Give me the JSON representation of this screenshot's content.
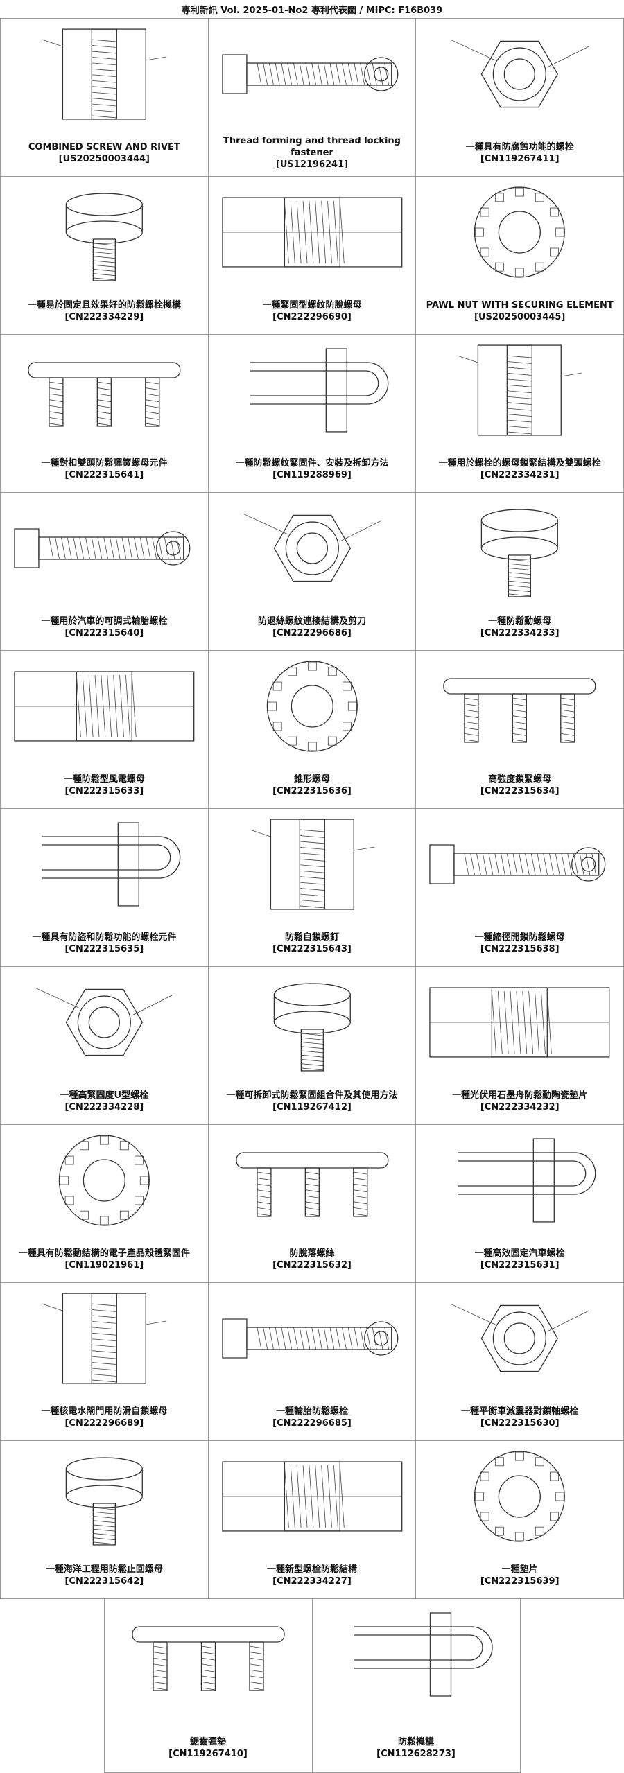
{
  "header": {
    "title": "專利新訊  Vol. 2025-01-No2  專利代表圖  /  MIPC:  F16B039"
  },
  "rows": [
    [
      {
        "title": "COMBINED SCREW AND RIVET",
        "number": "[US20250003444]",
        "icon": "screw-rivet-cross-section-drawing"
      },
      {
        "title": "Thread forming and thread locking fastener",
        "number": "[US12196241]",
        "icon": "thread-locking-fastener-drawing"
      },
      {
        "title": "一種具有防腐蝕功能的螺栓",
        "number": "[CN119267411]",
        "icon": "anticorrosion-bolt-drawing"
      }
    ],
    [
      {
        "title": "一種易於固定且效果好的防鬆螺栓機構",
        "number": "[CN222334229]",
        "icon": "bolt-assembly-exploded-drawing"
      },
      {
        "title": "一種緊固型螺紋防脫螺母",
        "number": "[CN222296690]",
        "icon": "tee-nut-drawing"
      },
      {
        "title": "PAWL NUT WITH SECURING ELEMENT",
        "number": "[US20250003445]",
        "icon": "pawl-nut-section-drawing"
      }
    ],
    [
      {
        "title": "一種對扣雙頭防鬆彈簧螺母元件",
        "number": "[CN222315641]",
        "icon": "double-nut-spring-drawing"
      },
      {
        "title": "一種防鬆螺紋緊固件、安裝及拆卸方法",
        "number": "[CN119288969]",
        "icon": "threaded-fastener-section-drawing"
      },
      {
        "title": "一種用於螺栓的螺母鎖緊結構及雙頭螺栓",
        "number": "[CN222334231]",
        "icon": "lock-plate-drawing"
      }
    ],
    [
      {
        "title": "一種用於汽車的可調式輪胎螺栓",
        "number": "[CN222315640]",
        "icon": "adjustable-tire-bolt-drawing"
      },
      {
        "title": "防退絲螺紋連接結構及剪刀",
        "number": "[CN222296686]",
        "icon": "scissor-screw-drawing"
      },
      {
        "title": "一種防鬆動螺母",
        "number": "[CN222334233]",
        "icon": "square-nut-drawing"
      }
    ],
    [
      {
        "title": "一種防鬆型風電螺母",
        "number": "[CN222315633]",
        "icon": "wind-power-nut-drawing"
      },
      {
        "title": "錐形螺母",
        "number": "[CN222315636]",
        "icon": "conical-nut-drawing"
      },
      {
        "title": "高強度鎖緊螺母",
        "number": "[CN222315634]",
        "icon": "locking-nut-section-drawing"
      }
    ],
    [
      {
        "title": "一種具有防盜和防鬆功能的螺栓元件",
        "number": "[CN222315635]",
        "icon": "antitheft-bolt-drawing"
      },
      {
        "title": "防鬆自鎖螺釘",
        "number": "[CN222315643]",
        "icon": "self-locking-screw-drawing"
      },
      {
        "title": "一種縮徑開鎖防鬆螺母",
        "number": "[CN222315638]",
        "icon": "reducing-nut-drawing"
      }
    ],
    [
      {
        "title": "一種高緊固度U型螺栓",
        "number": "[CN222334228]",
        "icon": "u-bolt-drawing"
      },
      {
        "title": "一種可拆卸式防鬆緊固組合件及其使用方法",
        "number": "[CN119267412]",
        "icon": "detachable-assembly-drawing"
      },
      {
        "title": "一種光伏用石墨舟防鬆動陶瓷墊片",
        "number": "[CN222334232]",
        "icon": "ceramic-gasket-drawing"
      }
    ],
    [
      {
        "title": "一種具有防鬆動結構的電子產品殼體緊固件",
        "number": "[CN119021961]",
        "icon": "hex-bolt-drawing"
      },
      {
        "title": "防脫落螺絲",
        "number": "[CN222315632]",
        "icon": "anti-drop-screw-drawing"
      },
      {
        "title": "一種高效固定汽車螺栓",
        "number": "[CN222315631]",
        "icon": "car-bolt-drawing"
      }
    ],
    [
      {
        "title": "一種核電水閘門用防滑自鎖螺母",
        "number": "[CN222296689]",
        "icon": "nuclear-nut-drawing"
      },
      {
        "title": "一種輪胎防鬆螺栓",
        "number": "[CN222296685]",
        "icon": "tire-bolt-bar-drawing"
      },
      {
        "title": "一種平衡車減震器對鎖軸螺栓",
        "number": "[CN222315630]",
        "icon": "shock-absorber-axle-drawing"
      }
    ],
    [
      {
        "title": "一種海洋工程用防鬆止回螺母",
        "number": "[CN222315642]",
        "icon": "marine-nut-drawing"
      },
      {
        "title": "一種新型螺栓防鬆結構",
        "number": "[CN222334227]",
        "icon": "bolt-structure-sketch"
      },
      {
        "title": "一種墊片",
        "number": "[CN222315639]",
        "icon": "toothed-washer-drawing"
      }
    ]
  ],
  "last_row": [
    {
      "title": "鋸齒彈墊",
      "number": "[CN119267410]",
      "icon": "serrated-spring-washer-drawing"
    },
    {
      "title": "防鬆機構",
      "number": "[CN112628273]",
      "icon": "hex-sleeve-drawing"
    }
  ]
}
